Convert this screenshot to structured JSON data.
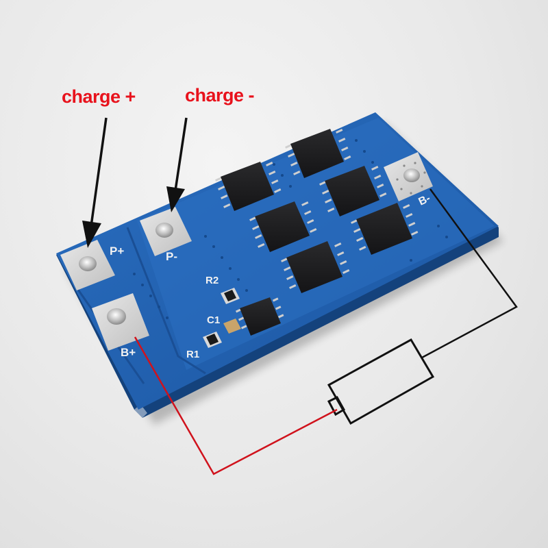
{
  "callouts": {
    "charge_plus": "charge +",
    "charge_minus": "charge -"
  },
  "board_labels": {
    "p_plus": "P+",
    "p_minus": "P-",
    "b_plus": "B+",
    "b_minus": "B-",
    "r1": "R1",
    "r2": "R2",
    "c1": "C1"
  },
  "colors": {
    "callout_text": "#e8121c",
    "pcb": "#1f5fb0",
    "pcb_edge": "#14427c",
    "wire_positive": "#d0121c",
    "wire_negative": "#111111",
    "arrow": "#111111",
    "chip": "#1b1b1d",
    "pad": "#d6d6d6"
  }
}
